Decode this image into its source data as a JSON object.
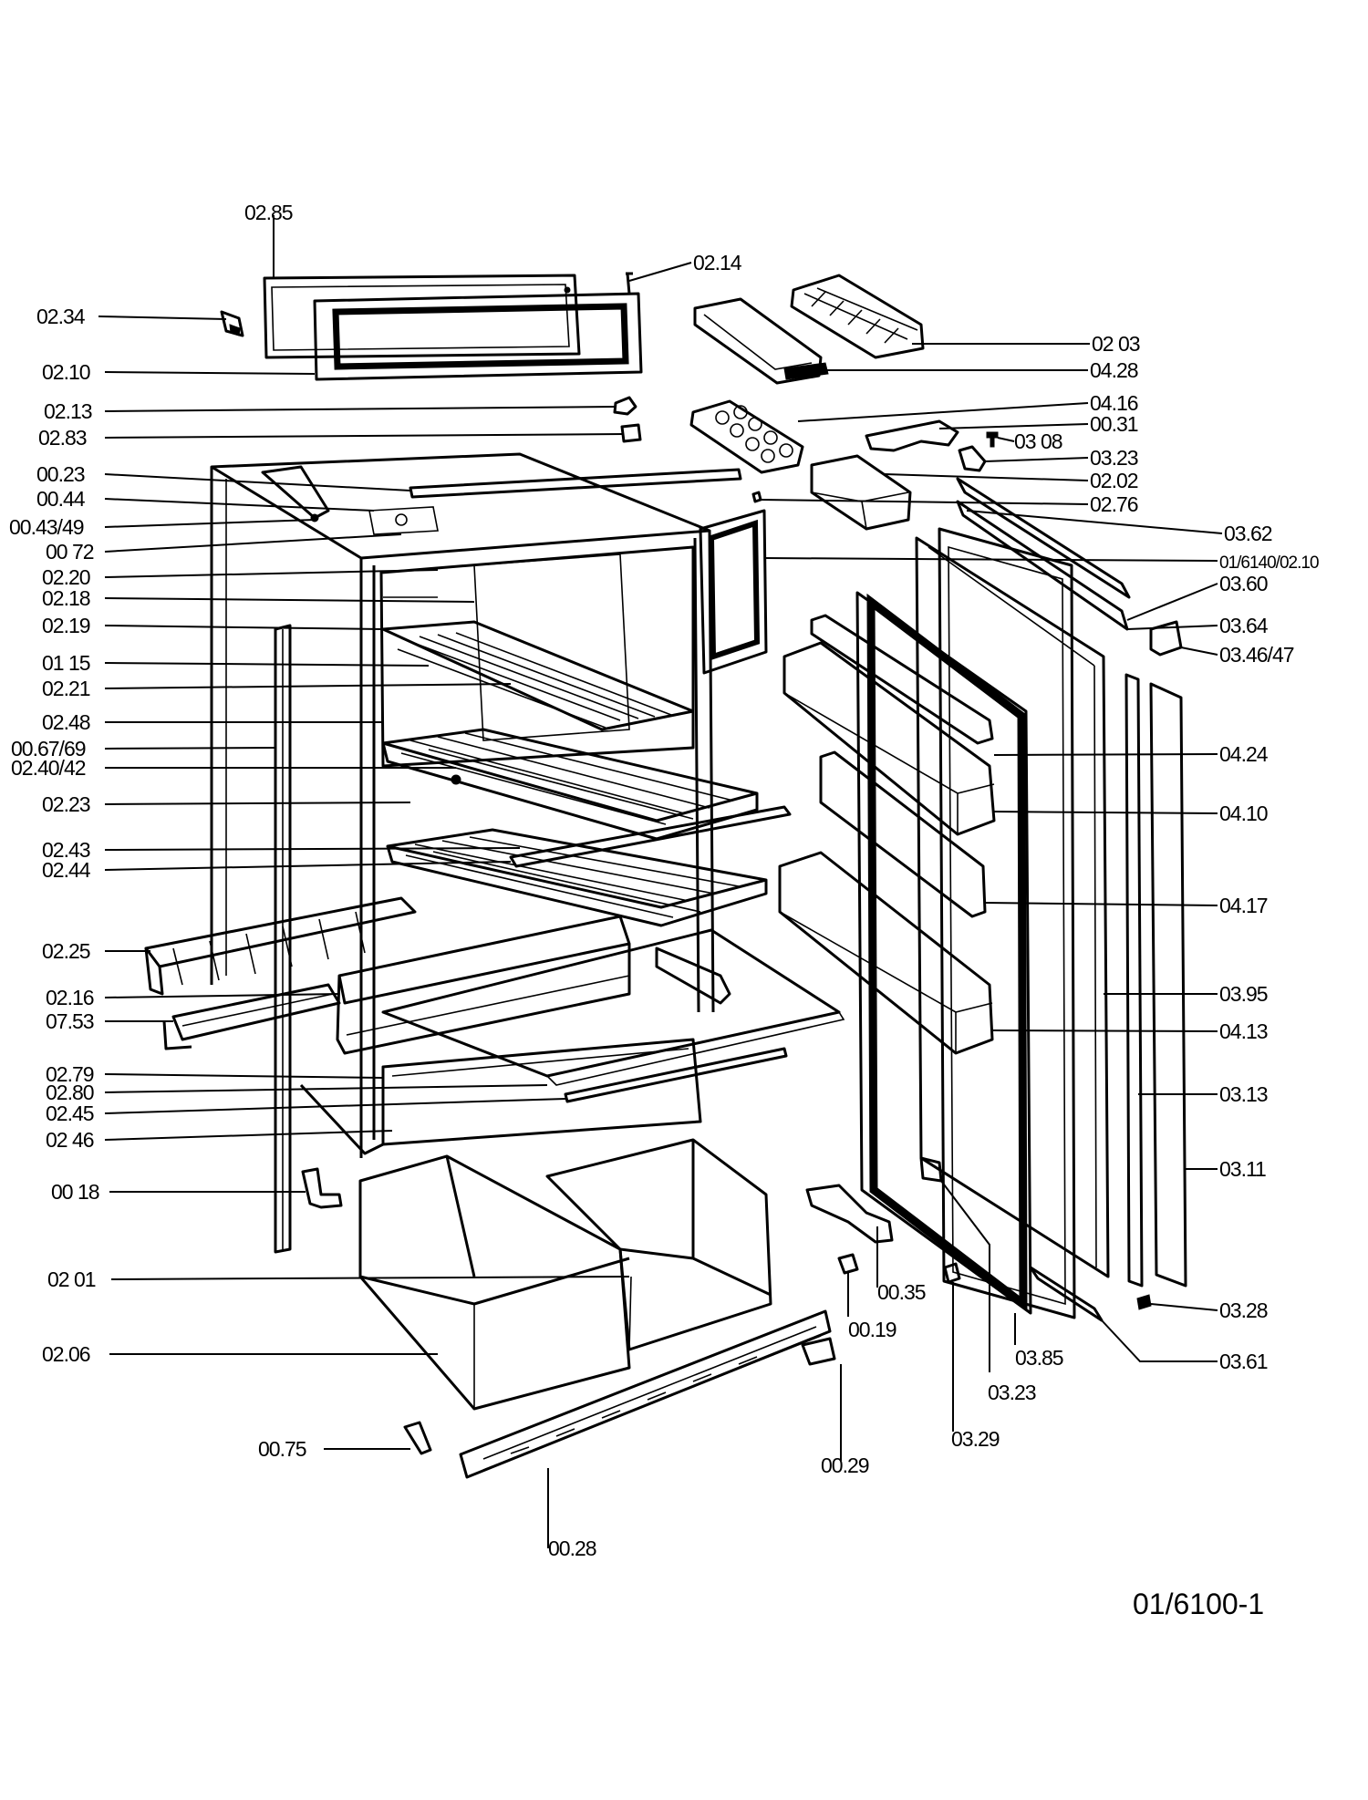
{
  "document_id": "01/6100-1",
  "part_labels": [
    "02.85",
    "02.14",
    "02.34",
    "02.10",
    "02 03",
    "04.28",
    "02.13",
    "04.16",
    "02.83",
    "00.31",
    "03 08",
    "03.23",
    "00.23",
    "02.02",
    "00.44",
    "02.76",
    "00.43/49",
    "03.62",
    "00 72",
    "01/6140/02.10",
    "02.20",
    "03.60",
    "02.18",
    "02.19",
    "03.64",
    "03.46/47",
    "01 15",
    "02.21",
    "02.48",
    "00.67/69",
    "04.24",
    "02.40/42",
    "02.23",
    "04.10",
    "02.43",
    "02.44",
    "04.17",
    "02.25",
    "03.95",
    "02.16",
    "07.53",
    "04.13",
    "02.79",
    "03.13",
    "02.80",
    "02.45",
    "02 46",
    "03.11",
    "00 18",
    "02 01",
    "00.35",
    "03.28",
    "02.06",
    "00.19",
    "03.85",
    "03.61",
    "03.23",
    "03.29",
    "00.29",
    "00.75",
    "00.28"
  ]
}
